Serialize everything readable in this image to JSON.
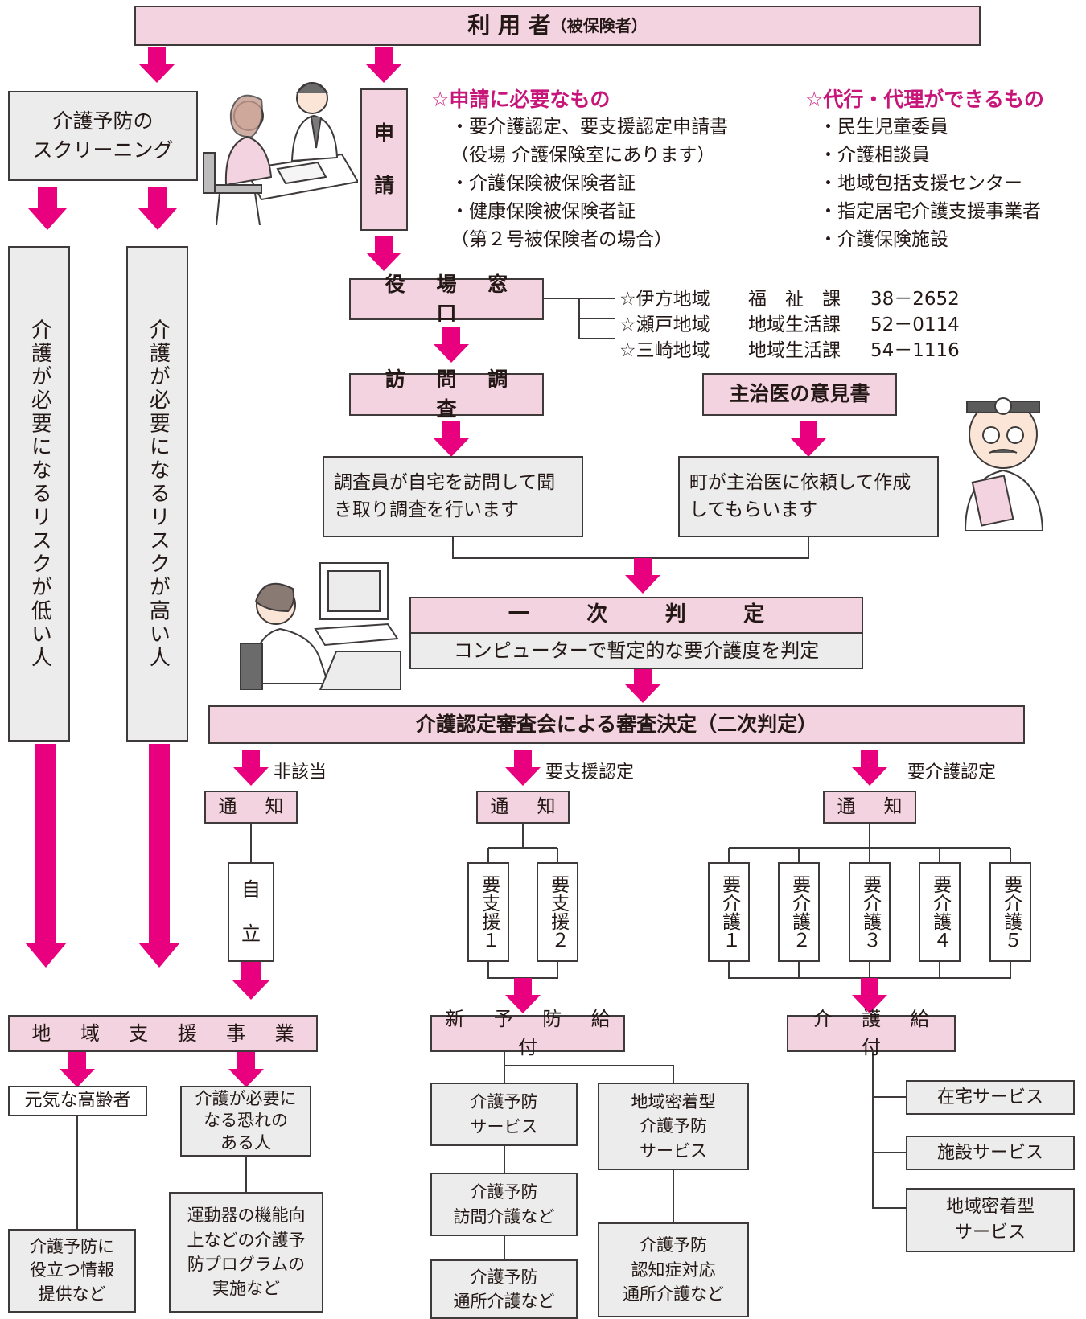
{
  "colors": {
    "accent": "#e8007f",
    "pink_box": "#f4d3e1",
    "grey_box": "#ececec",
    "heading": "#c7157a"
  },
  "top": {
    "title": "利 用 者",
    "title_note": "（被保険者）"
  },
  "screening": {
    "label": "介護予防の\nスクリーニング"
  },
  "risk_low": "介護が必要になるリスクが低い人",
  "risk_high": "介護が必要になるリスクが高い人",
  "application": "申\n\n請",
  "required": {
    "heading": "☆申請に必要なもの",
    "items": [
      "・要介護認定、要支援認定申請書",
      "（役場 介護保険室にあります）",
      "・介護保険被保険者証",
      "・健康保険被保険者証",
      "（第２号被保険者の場合）"
    ]
  },
  "proxy": {
    "heading": "☆代行・代理ができるもの",
    "items": [
      "・民生児童委員",
      "・介護相談員",
      "・地域包括支援センター",
      "・指定居宅介護支援事業者",
      "・介護保険施設"
    ]
  },
  "office": {
    "label": "役 場 窓 口",
    "contacts": [
      {
        "area": "☆伊方地域",
        "dept": "福　祉　課",
        "tel": "38－2652"
      },
      {
        "area": "☆瀬戸地域",
        "dept": "地域生活課",
        "tel": "52－0114"
      },
      {
        "area": "☆三崎地域",
        "dept": "地域生活課",
        "tel": "54－1116"
      }
    ]
  },
  "visit": {
    "label": "訪 問 調 査",
    "desc": "調査員が自宅を訪問して聞\nき取り調査を行います"
  },
  "doctor": {
    "label": "主治医の意見書",
    "desc": "町が主治医に依頼して作成\nしてもらいます"
  },
  "primary": {
    "label": "一 次 判 定",
    "desc": "コンピューターで暫定的な要介護度を判定"
  },
  "secondary": {
    "label": "介護認定審査会による審査決定（二次判定）"
  },
  "branches": {
    "not_applicable": "非該当",
    "support": "要支援認定",
    "care": "要介護認定"
  },
  "notice": "通 知",
  "independent": "自\n\n立",
  "support_levels": [
    "要支援１",
    "要支援２"
  ],
  "care_levels": [
    "要介護１",
    "要介護２",
    "要介護３",
    "要介護４",
    "要介護５"
  ],
  "community": {
    "label": "地 域 支 援 事 業",
    "healthy": "元気な高齢者",
    "at_risk": "介護が必要に\nなる恐れの\nある人",
    "info": "介護予防に\n役立つ情報\n提供など",
    "program": "運動器の機能向\n上などの介護予\n防プログラムの\n実施など"
  },
  "prevention": {
    "label": "新 予 防 給 付",
    "service": "介護予防\nサービス",
    "visit": "介護予防\n訪問介護など",
    "day": "介護予防\n通所介護など",
    "local": "地域密着型\n介護予防\nサービス",
    "dementia": "介護予防\n認知症対応\n通所介護など"
  },
  "care_benefit": {
    "label": "介 護 給 付",
    "home": "在宅サービス",
    "facility": "施設サービス",
    "local": "地域密着型\nサービス"
  }
}
